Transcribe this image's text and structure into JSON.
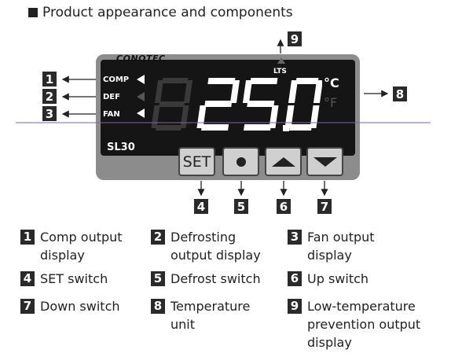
{
  "title": "Product appearance and components",
  "device": {
    "brand": "CONOTEC",
    "model": "SL30",
    "indicators": [
      "COMP",
      "DEF",
      "FAN"
    ],
    "lts": "LTS",
    "display_value": "25.0",
    "unit_c": "°C",
    "unit_f": "°F",
    "keys": [
      {
        "label": "SET"
      },
      {
        "label": "●"
      },
      {
        "label": "▲"
      },
      {
        "label": "▼"
      }
    ]
  },
  "callouts": [
    "1",
    "2",
    "3",
    "4",
    "5",
    "6",
    "7",
    "8",
    "9"
  ],
  "legend": [
    {
      "num": "1",
      "lines": [
        "Comp output",
        "display"
      ]
    },
    {
      "num": "2",
      "lines": [
        "Defrosting",
        "output display"
      ]
    },
    {
      "num": "3",
      "lines": [
        "Fan output",
        "display"
      ]
    },
    {
      "num": "4",
      "lines": [
        "SET switch"
      ]
    },
    {
      "num": "5",
      "lines": [
        "Defrost switch"
      ]
    },
    {
      "num": "6",
      "lines": [
        "Up switch"
      ]
    },
    {
      "num": "7",
      "lines": [
        "Down switch"
      ]
    },
    {
      "num": "8",
      "lines": [
        "Temperature",
        "unit"
      ]
    },
    {
      "num": "9",
      "lines": [
        "Low-temperature",
        "prevention output",
        "display"
      ]
    }
  ]
}
